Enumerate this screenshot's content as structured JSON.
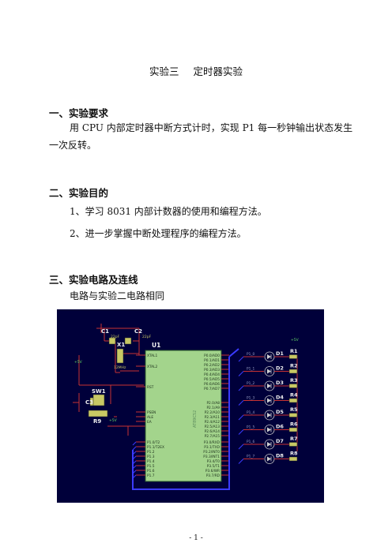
{
  "title": {
    "part1": "实验三",
    "part2": "定时器实验"
  },
  "sections": [
    {
      "heading": "一、实验要求",
      "paras": [
        "用 CPU 内部定时器中断方式计时，实现 P1 每一秒钟输出状态发生一次反转。"
      ]
    },
    {
      "heading": "二、实验目的",
      "paras": [
        "1、学习 8031 内部计数器的使用和编程方法。",
        "2、进一步掌握中断处理程序的编程方法。"
      ]
    },
    {
      "heading": "三、实验电路及连线",
      "paras": [
        "电路与实验二电路相同"
      ]
    }
  ],
  "circuit": {
    "chip_label": "U1",
    "chip_name": "AT89C52",
    "left_pins": [
      "XTAL1",
      "XTAL2",
      "RST",
      "PSEN",
      "ALE",
      "EA",
      "P1.0/T2",
      "P1.1/T2EX",
      "P1.2",
      "P1.3",
      "P1.4",
      "P1.5",
      "P1.6",
      "P1.7"
    ],
    "right_pins_p0": [
      "P0.0/AD0",
      "P0.1/AD1",
      "P0.2/AD2",
      "P0.3/AD3",
      "P0.4/AD4",
      "P0.5/AD5",
      "P0.6/AD6",
      "P0.7/AD7"
    ],
    "right_pins_p2": [
      "P2.0/A8",
      "P2.1/A9",
      "P2.2/A10",
      "P2.3/A11",
      "P2.4/A12",
      "P2.5/A13",
      "P2.6/A14",
      "P2.7/A15"
    ],
    "right_pins_p3": [
      "P3.0/RXD",
      "P3.1/TXD",
      "P3.2/INT0",
      "P3.3/INT1",
      "P3.4/T0",
      "P3.5/T1",
      "P3.6/WR",
      "P3.7/RD"
    ],
    "components": {
      "c1": "C1",
      "c2": "C2",
      "c3": "C3",
      "x1": "X1",
      "sw1": "SW1",
      "r9": "R9",
      "cap_val": "22pF",
      "xtal_val": "12MHz",
      "vcc": "+5V"
    },
    "leds": [
      "D1",
      "D2",
      "D3",
      "D4",
      "D5",
      "D6",
      "D7",
      "D8"
    ],
    "resistors": [
      "R1",
      "R2",
      "R3",
      "R4",
      "R5",
      "R6",
      "R7",
      "R8"
    ],
    "nets": [
      "P1_0",
      "P1_1",
      "P1_2",
      "P1_3",
      "P1_4",
      "P1_5",
      "P1_6",
      "P1_7"
    ]
  },
  "footer": "- 1 -"
}
